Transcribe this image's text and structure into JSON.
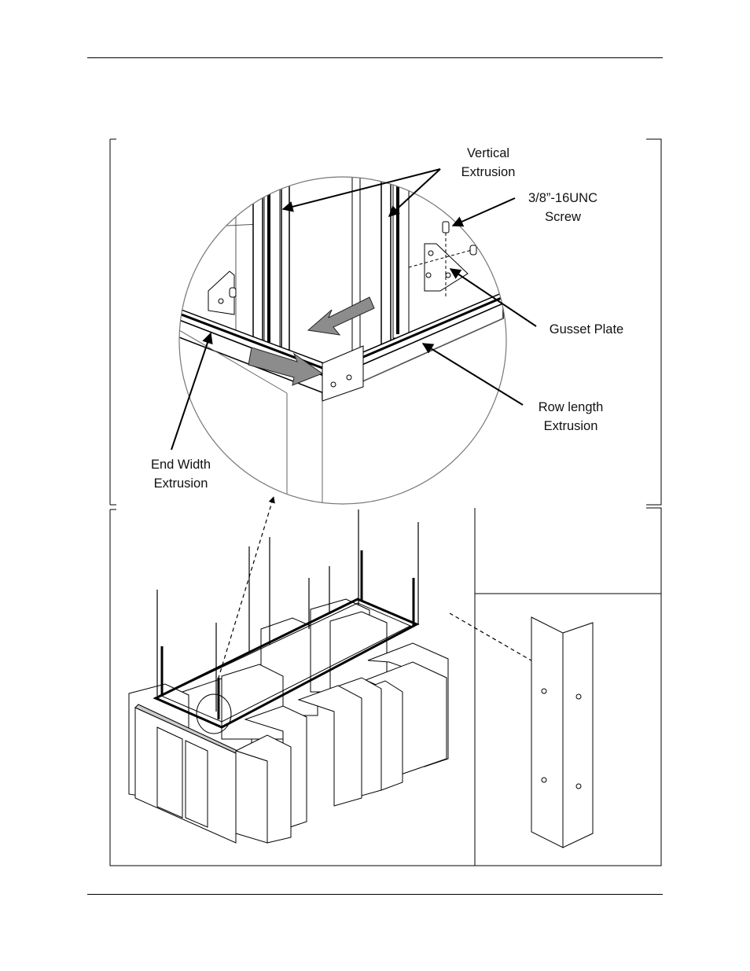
{
  "figure": {
    "labels": {
      "vertical_extrusion": [
        "Vertical",
        "Extrusion"
      ],
      "screw": [
        "3/8”-16UNC",
        "Screw"
      ],
      "gusset_plate": [
        "Gusset Plate"
      ],
      "row_length_extrusion": [
        "Row length",
        "Extrusion"
      ],
      "end_width_extrusion": [
        "End Width",
        "Extrusion"
      ]
    },
    "icons": [
      "arrow-icon",
      "screw-icon",
      "gusset-plate-icon"
    ],
    "colors": {
      "line": "#000000",
      "fill_arrow": "#8c8c8c",
      "panel": "#ffffff"
    }
  }
}
